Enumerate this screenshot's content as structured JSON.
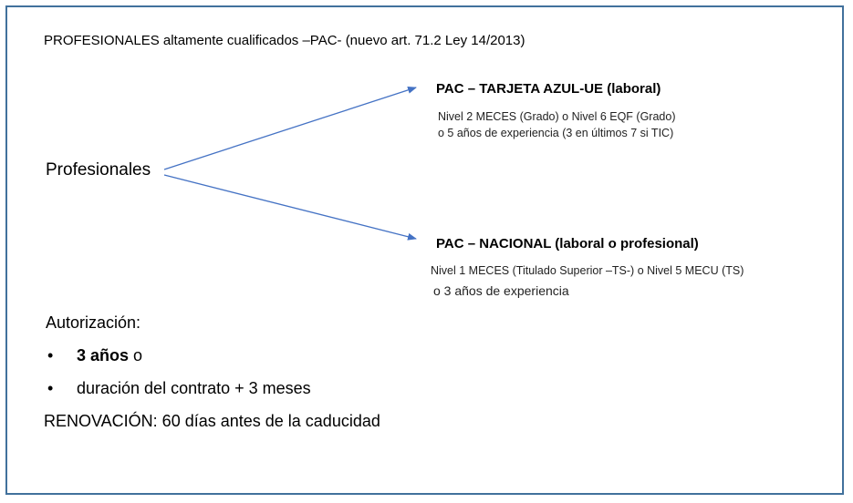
{
  "header": {
    "title": "PROFESIONALES altamente cualificados –PAC- (nuevo art. 71.2 Ley 14/2013)"
  },
  "root": {
    "label": "Profesionales"
  },
  "branches": [
    {
      "title": "PAC – TARJETA AZUL-UE (laboral)",
      "line1": "Nivel 2 MECES (Grado) o Nivel 6 EQF (Grado)",
      "line2": "o 5 años de experiencia (3 en últimos 7 si TIC)"
    },
    {
      "title": "PAC – NACIONAL (laboral o profesional)",
      "line1": "Nivel 1 MECES (Titulado Superior –TS-) o Nivel 5 MECU (TS)",
      "line2": "o 3 años de experiencia"
    }
  ],
  "authorization": {
    "label": "Autorización:",
    "bullets": [
      {
        "bullet": "•",
        "bold": "3 años",
        "rest": " o"
      },
      {
        "bullet": "•",
        "text": "duración del contrato + 3 meses"
      }
    ]
  },
  "renewal": {
    "text": "RENOVACIÓN: 60 días antes de la caducidad"
  },
  "colors": {
    "frame_border": "#41719c",
    "arrow": "#4472c4"
  }
}
